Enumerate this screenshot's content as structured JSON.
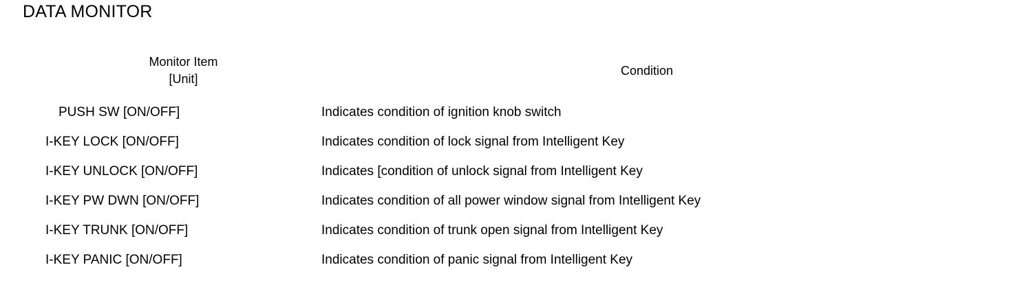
{
  "page": {
    "title": "DATA MONITOR"
  },
  "table": {
    "headers": {
      "monitor_item_line1": "Monitor Item",
      "monitor_item_line2": "[Unit]",
      "condition": "Condition"
    },
    "rows": [
      {
        "item": "PUSH SW [ON/OFF]",
        "condition": "Indicates condition of ignition knob switch",
        "indent": true
      },
      {
        "item": "I-KEY LOCK [ON/OFF]",
        "condition": "Indicates condition of lock signal from Intelligent Key",
        "indent": false
      },
      {
        "item": "I-KEY UNLOCK [ON/OFF]",
        "condition": "Indicates [condition of unlock signal from Intelligent Key",
        "indent": false
      },
      {
        "item": "I-KEY PW DWN [ON/OFF]",
        "condition": "Indicates condition of all power window signal from Intelligent Key",
        "indent": false
      },
      {
        "item": "I-KEY TRUNK [ON/OFF]",
        "condition": "Indicates condition of trunk open signal from Intelligent Key",
        "indent": false
      },
      {
        "item": "I-KEY PANIC [ON/OFF]",
        "condition": "Indicates condition of panic signal from Intelligent Key",
        "indent": false
      }
    ]
  },
  "colors": {
    "text": "#000000",
    "background": "#ffffff",
    "rule": "#000000"
  }
}
